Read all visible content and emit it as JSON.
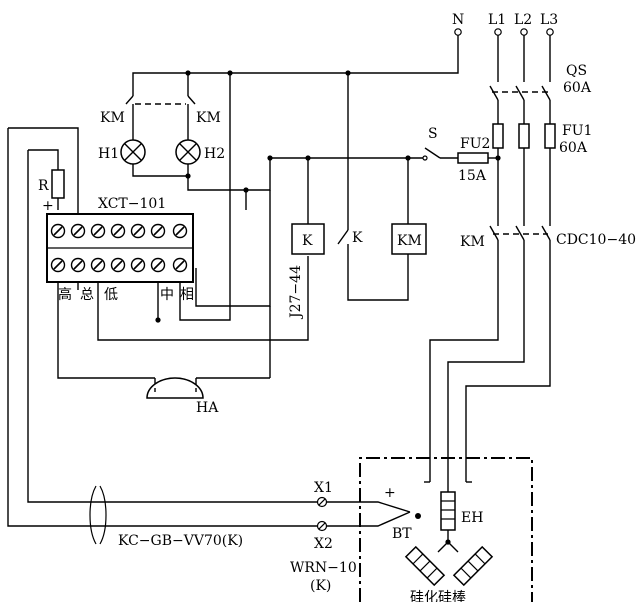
{
  "labels": {
    "N": "N",
    "L1": "L1",
    "L2": "L2",
    "L3": "L3",
    "QS": "QS",
    "QS_rating": "60A",
    "FU1": "FU1",
    "FU1_rating": "60A",
    "FU2": "FU2",
    "FU2_rating": "15A",
    "S": "S",
    "KM_left": "KM",
    "KM_right": "KM",
    "KM_coil": "KM",
    "KM_contacts": "KM",
    "H1": "H1",
    "H2": "H2",
    "R": "R",
    "plus": "+",
    "XCT": "XCT−101",
    "meter_terms": [
      "高",
      "总",
      "低",
      "中",
      "相"
    ],
    "K_coil": "K",
    "K_contact": "K",
    "J27": "J27−44",
    "CDC": "CDC10−40",
    "HA": "HA",
    "X1": "X1",
    "X2": "X2",
    "cable": "KC−GB−VV70(K)",
    "WRN": "WRN−10",
    "WRN_K": "(K)",
    "BT": "BT",
    "BT_plus": "+",
    "EH": "EH",
    "silicon_rod": "硅化硅棒"
  }
}
